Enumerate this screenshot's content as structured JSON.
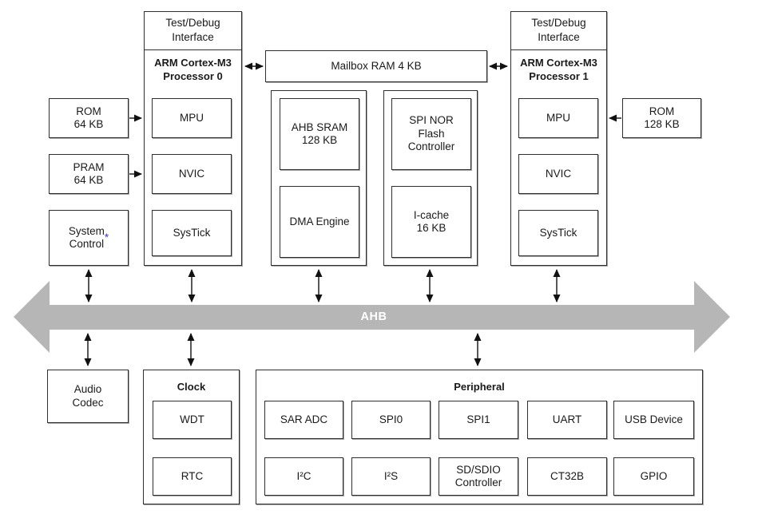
{
  "bus": {
    "label": "AHB",
    "color": "#b6b6b6",
    "label_color": "#ffffff"
  },
  "left": {
    "rom": "ROM\n64 KB",
    "pram": "PRAM\n64 KB",
    "system_control": {
      "label": "System\nControl",
      "asterisk": "*",
      "asterisk_color": "#3333ff"
    }
  },
  "processor0": {
    "debug_interface": "Test/Debug\nInterface",
    "title": "ARM Cortex-M3\nProcessor 0",
    "mpu": "MPU",
    "nvic": "NVIC",
    "systick": "SysTick"
  },
  "processor1": {
    "debug_interface": "Test/Debug\nInterface",
    "title": "ARM Cortex-M3\nProcessor 1",
    "mpu": "MPU",
    "nvic": "NVIC",
    "systick": "SysTick"
  },
  "right": {
    "rom": "ROM\n128 KB"
  },
  "center": {
    "mailbox": "Mailbox RAM 4 KB",
    "ahb_sram": "AHB SRAM\n128 KB",
    "dma": "DMA Engine",
    "spi_nor": "SPI NOR\nFlash\nController",
    "icache": "I-cache\n16 KB"
  },
  "bottom": {
    "audio_codec": "Audio\nCodec",
    "clock": {
      "title": "Clock",
      "wdt": "WDT",
      "rtc": "RTC"
    },
    "peripheral": {
      "title": "Peripheral",
      "row1": [
        "SAR ADC",
        "SPI0",
        "SPI1",
        "UART",
        "USB Device"
      ],
      "row2": [
        "I²C",
        "I²S",
        "SD/SDIO\nController",
        "CT32B",
        "GPIO"
      ]
    }
  }
}
